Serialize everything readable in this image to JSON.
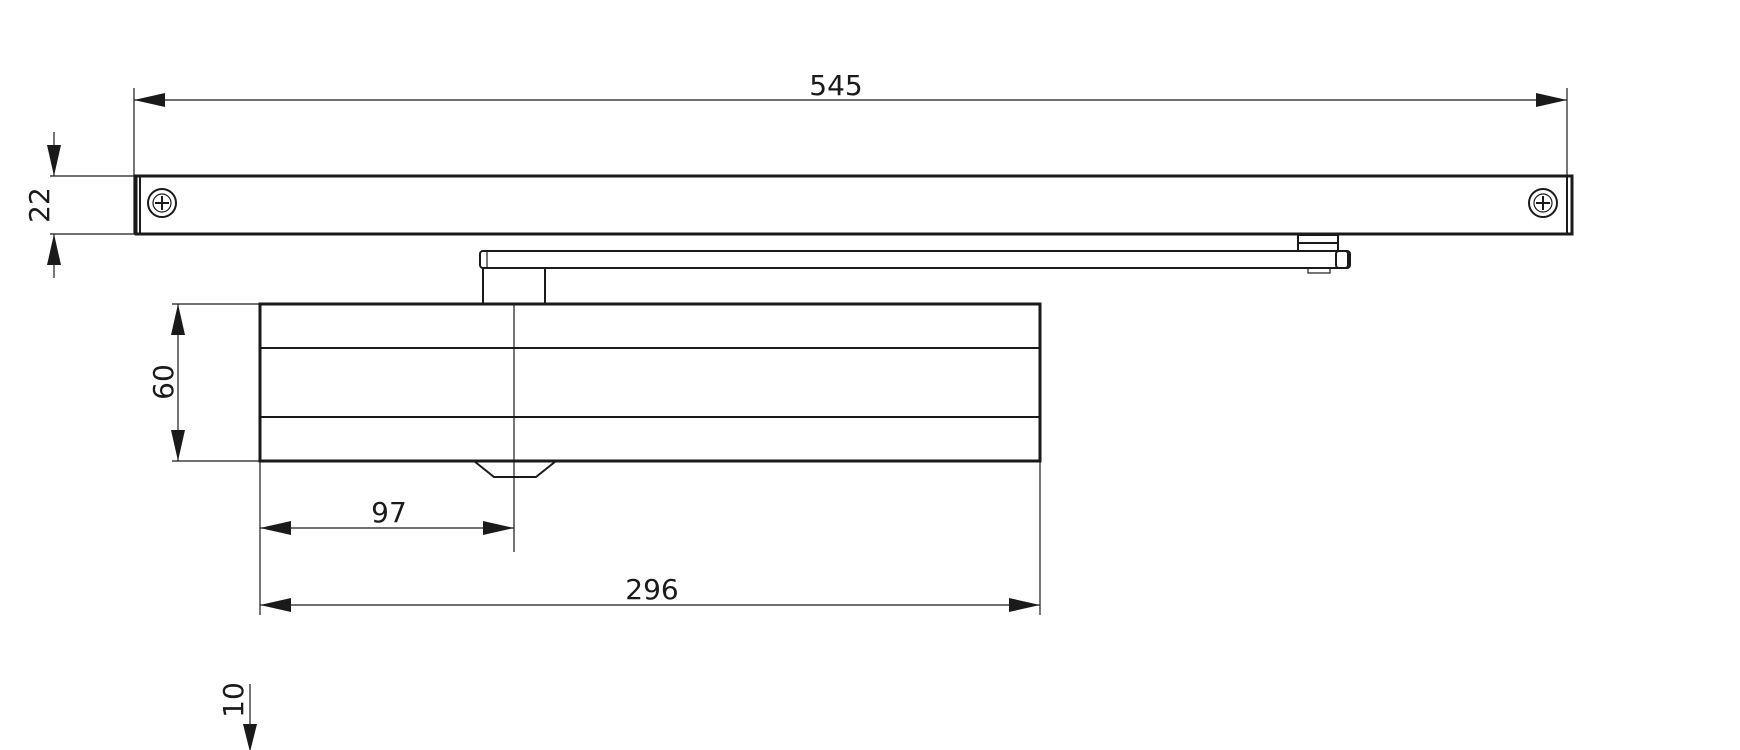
{
  "dimensions": {
    "overall_rail_length": "545",
    "rail_height": "22",
    "body_height": "60",
    "arm_offset": "97",
    "body_length": "296",
    "bottom_offset": "10"
  }
}
